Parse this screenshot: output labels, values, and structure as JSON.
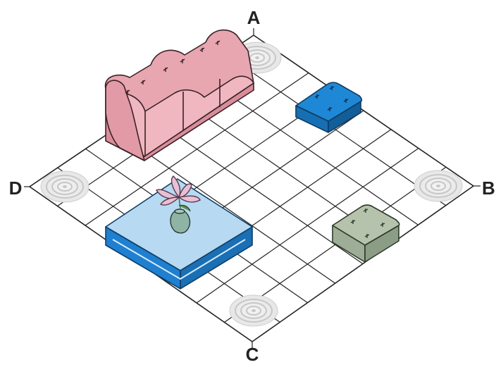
{
  "corners": {
    "top": "A",
    "right": "B",
    "bottom": "C",
    "left": "D"
  },
  "grid": {
    "rows": 8,
    "cols": 8
  },
  "colors": {
    "sofa": "#e8a6b1",
    "sofa_dark": "#c97c8a",
    "blue_ottoman": "#1e88d6",
    "green_ottoman": "#b5c3ad",
    "coffee_table": "#b7d9f2",
    "coffee_table_edge": "#1f7fd0",
    "flower": "#e8c0d6",
    "vase": "#8fb3a4",
    "marker": "#c9c9c9",
    "grid_line": "#222222"
  },
  "objects": [
    {
      "name": "sofa",
      "icon": "sofa-icon"
    },
    {
      "name": "blue-ottoman",
      "icon": "ottoman-icon"
    },
    {
      "name": "green-ottoman",
      "icon": "ottoman-icon"
    },
    {
      "name": "coffee-table",
      "icon": "table-icon"
    },
    {
      "name": "flower-vase",
      "icon": "vase-icon"
    }
  ],
  "markers": [
    {
      "name": "marker-a",
      "icon": "target-icon"
    },
    {
      "name": "marker-b",
      "icon": "target-icon"
    },
    {
      "name": "marker-c",
      "icon": "target-icon"
    },
    {
      "name": "marker-d",
      "icon": "target-icon"
    }
  ]
}
